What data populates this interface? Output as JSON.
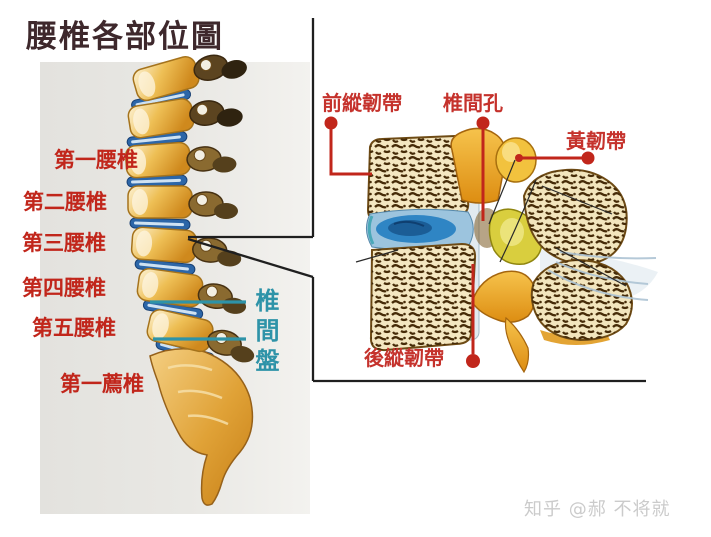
{
  "title": "腰椎各部位圖",
  "left_panel": {
    "labels": [
      "第一腰椎",
      "第二腰椎",
      "第三腰椎",
      "第四腰椎",
      "第五腰椎",
      "第一薦椎"
    ],
    "disc_label": "椎間盤"
  },
  "right_panel": {
    "labels": {
      "anterior": "前縱韌帶",
      "foramen": "椎間孔",
      "yellow": "黃韌帶",
      "posterior": "後縱韌帶"
    }
  },
  "watermark": "知乎 @郝 不将就",
  "colors": {
    "label_red": "#c1261b",
    "teal": "#2e93a8",
    "title_maroon": "#3e282c",
    "bone_yellow": "#e8b44e",
    "disc_blue": "#2f85c4",
    "panel_gray": "#e9e8e4"
  }
}
